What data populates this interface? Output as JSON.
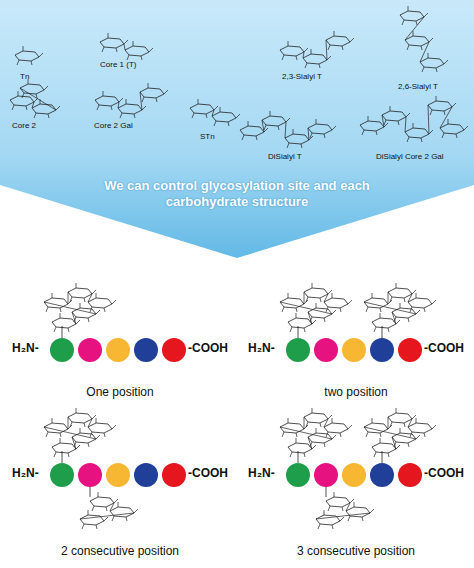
{
  "diagram": {
    "nodes": [
      {
        "text": [
          "We can control glycosylation site and each carbohydrate structure"
        ]
      }
    ],
    "labels": [
      "Tn",
      "Core 1 (T)",
      "STn",
      "2,3-Sialyl T",
      "2,6-Sialyl T",
      "Core 2",
      "Core 2 Gal",
      "DiSialyl T",
      "DiSialyl Core 2 Gal",
      "H₂N-",
      "-COOH",
      "One position",
      "H₂N-",
      "-COOH",
      "two position",
      "H₂N-",
      "-COOH",
      "2 consecutive position",
      "H₂N-",
      "-COOH",
      "3 consecutive position"
    ]
  }
}
